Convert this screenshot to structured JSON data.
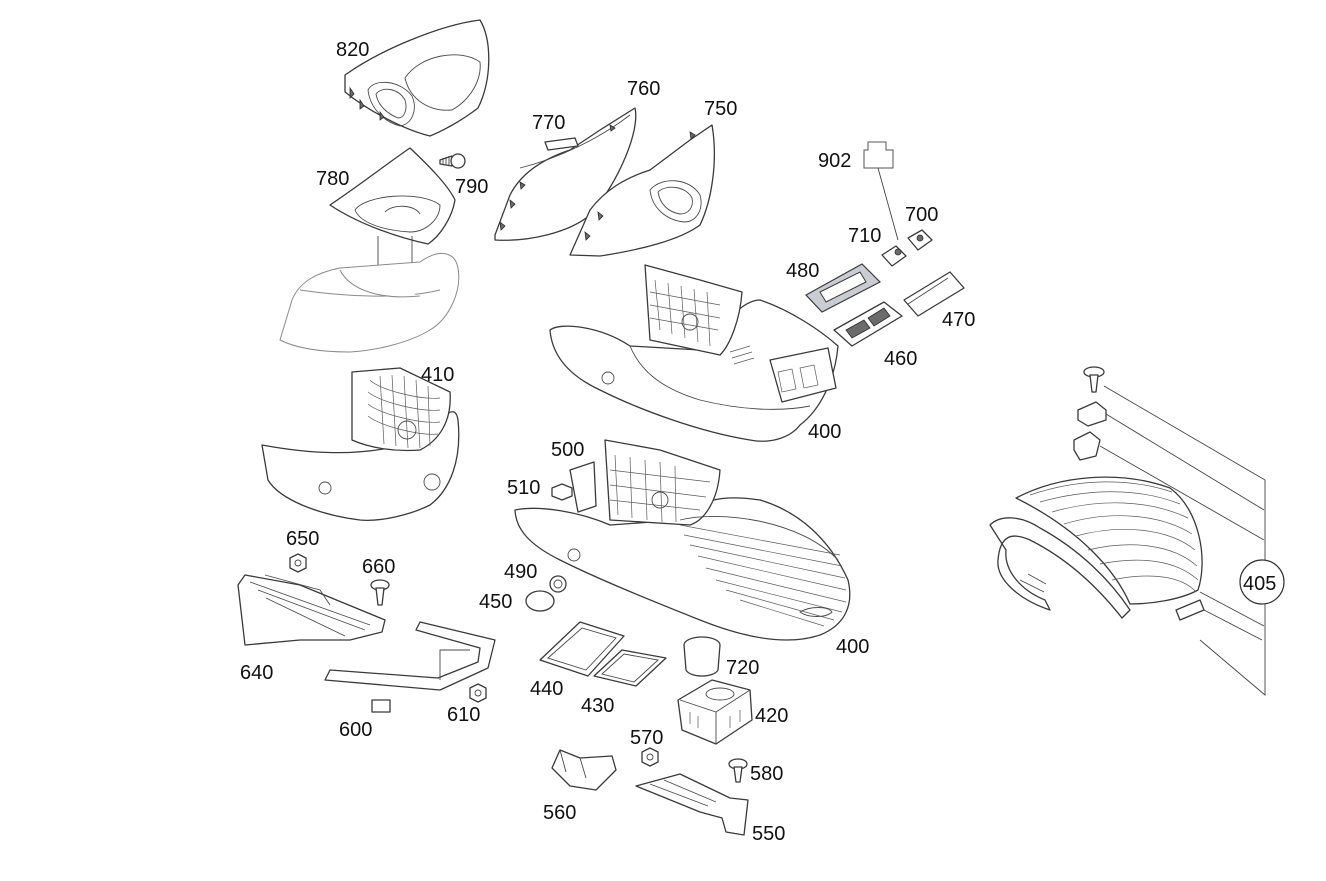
{
  "callouts": {
    "p820": "820",
    "p780": "780",
    "p790": "790",
    "p770": "770",
    "p760": "760",
    "p750": "750",
    "p902": "902",
    "p710": "710",
    "p700": "700",
    "p480": "480",
    "p470": "470",
    "p460": "460",
    "p410": "410",
    "p400a": "400",
    "p400b": "400",
    "p500": "500",
    "p510": "510",
    "p650": "650",
    "p660": "660",
    "p640": "640",
    "p600": "600",
    "p610": "610",
    "p490": "490",
    "p450": "450",
    "p440": "440",
    "p430": "430",
    "p720": "720",
    "p420": "420",
    "p570": "570",
    "p580": "580",
    "p560": "560",
    "p550": "550",
    "p405": "405"
  },
  "colors": {
    "line": "#3a3a3a",
    "highlight_frame": "#c9ccd2",
    "background": "#ffffff"
  }
}
